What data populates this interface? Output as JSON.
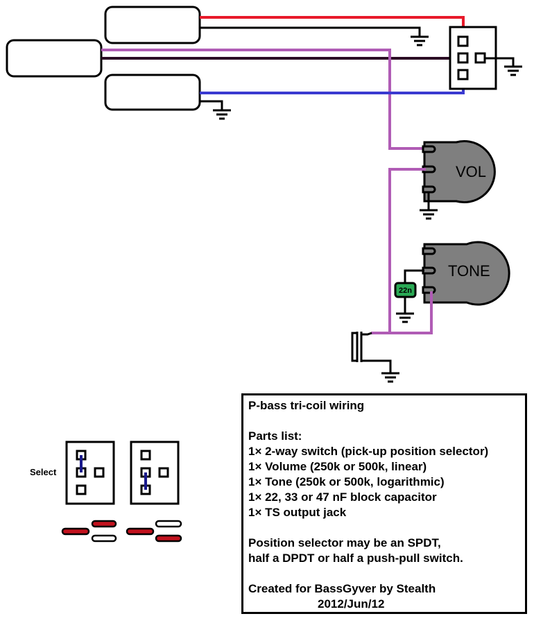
{
  "diagram": {
    "vol_label": "VOL",
    "tone_label": "TONE",
    "cap_label": "22n",
    "select_label": "Select",
    "colors": {
      "wire_red": "#e81a2a",
      "wire_dark": "#2b0a24",
      "wire_purple": "#b05cb5",
      "wire_blue": "#3a3ad0",
      "pot_fill": "#7f7f7f",
      "cap_fill": "#2aaa55",
      "jumper": "#1a1a8c",
      "indicator_red": "#c2121e"
    }
  },
  "info": {
    "title": "P-bass tri-coil wiring",
    "parts_heading": "Parts list:",
    "parts": [
      "1× 2-way switch (pick-up position selector)",
      "1× Volume (250k or 500k, linear)",
      "1× Tone (250k or 500k, logarithmic)",
      "1× 22, 33 or 47 nF block capacitor",
      "1× TS output jack"
    ],
    "note_line1": "Position selector may be an SPDT,",
    "note_line2": "half a DPDT or half a push-pull switch.",
    "credit": "Created for BassGyver by Stealth",
    "date": "2012/Jun/12"
  }
}
